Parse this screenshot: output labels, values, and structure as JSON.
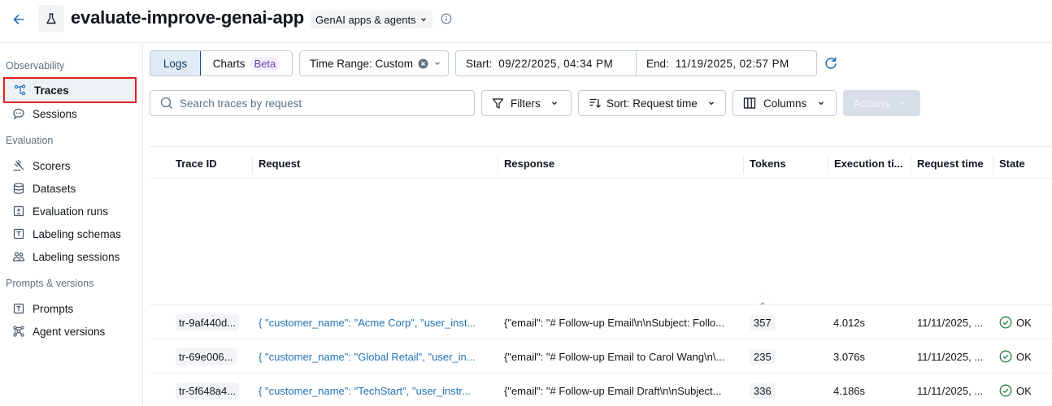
{
  "header": {
    "title": "evaluate-improve-genai-app",
    "type_badge": "GenAI apps & agents",
    "back_icon": "arrow-left-icon",
    "app_icon": "flask-icon",
    "info_icon": "info-icon"
  },
  "sidebar": {
    "sections": [
      {
        "label": "Observability"
      },
      {
        "label": "Evaluation"
      },
      {
        "label": "Prompts & versions"
      }
    ],
    "items": [
      {
        "label": "Traces",
        "icon": "traces-icon",
        "active": true
      },
      {
        "label": "Sessions",
        "icon": "chat-bubble-icon"
      },
      {
        "label": "Scorers",
        "icon": "gavel-icon"
      },
      {
        "label": "Datasets",
        "icon": "database-icon"
      },
      {
        "label": "Evaluation runs",
        "icon": "plus-minus-box-icon"
      },
      {
        "label": "Labeling schemas",
        "icon": "text-box-icon"
      },
      {
        "label": "Labeling sessions",
        "icon": "users-icon"
      },
      {
        "label": "Prompts",
        "icon": "text-box-icon"
      },
      {
        "label": "Agent versions",
        "icon": "nodes-icon"
      }
    ]
  },
  "toolbar": {
    "view_logs": "Logs",
    "view_charts": "Charts",
    "beta_badge": "Beta",
    "time_range": "Time Range: Custom",
    "start_label": "Start:",
    "start_value": "09/22/2025, 04:34 PM",
    "end_label": "End:",
    "end_value": "11/19/2025, 02:57 PM",
    "search_placeholder": "Search traces by request",
    "filters": "Filters",
    "sort": "Sort: Request time",
    "columns": "Columns",
    "actions": "Actions"
  },
  "colors": {
    "accent": "#2272b4",
    "active_outline": "#e02020",
    "ok_green": "#277c43",
    "disabled_button": "#d7dee5"
  },
  "table": {
    "headers": [
      "Trace ID",
      "Request",
      "Response",
      "Tokens",
      "Execution ti...",
      "Request time",
      "State"
    ],
    "rows": [
      {
        "trace_id": "tr-9af440d...",
        "request": "{ \"customer_name\": \"Acme Corp\", \"user_inst...",
        "response": "{\"email\": \"# Follow-up Email\\n\\nSubject: Follo...",
        "tokens": "357",
        "execution_time": "4.012s",
        "request_time": "11/11/2025, ...",
        "state": "OK"
      },
      {
        "trace_id": "tr-69e006...",
        "request": "{ \"customer_name\": \"Global Retail\", \"user_in...",
        "response": "{\"email\": \"# Follow-up Email to Carol Wang\\n\\...",
        "tokens": "235",
        "execution_time": "3.076s",
        "request_time": "11/11/2025, ...",
        "state": "OK"
      },
      {
        "trace_id": "tr-5f648a4...",
        "request": "{ \"customer_name\": \"TechStart\", \"user_instr...",
        "response": "{\"email\": \"# Follow-up Email Draft\\n\\nSubject...",
        "tokens": "336",
        "execution_time": "4.186s",
        "request_time": "11/11/2025, ...",
        "state": "OK"
      }
    ]
  }
}
